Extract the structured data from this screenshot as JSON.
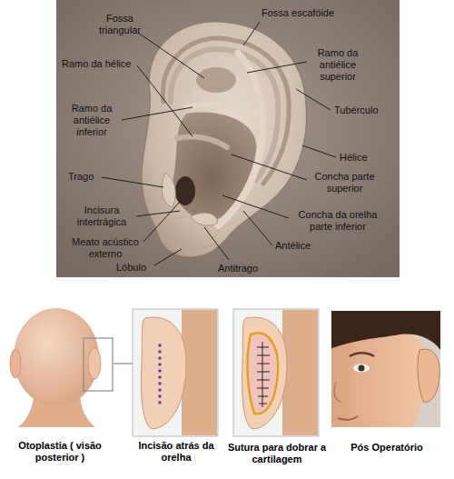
{
  "diagram": {
    "labels": [
      "Fossa triangular",
      "Fossa escafóide",
      "Ramo da hélice",
      "Ramo da antiélice superior",
      "Ramo da antiélice inferior",
      "Tubérculo",
      "Hélice",
      "Trago",
      "Concha parte superior",
      "Incisura intertrágica",
      "Concha da orelha parte inferior",
      "Meato acústico externo",
      "Antélice",
      "Lóbulo",
      "Antitrago",
      "Otoplastia ( visão posterior )",
      "Incisão atrás da orelha",
      "Sutura para dobrar a cartilagem",
      "Pós Operatório"
    ]
  }
}
